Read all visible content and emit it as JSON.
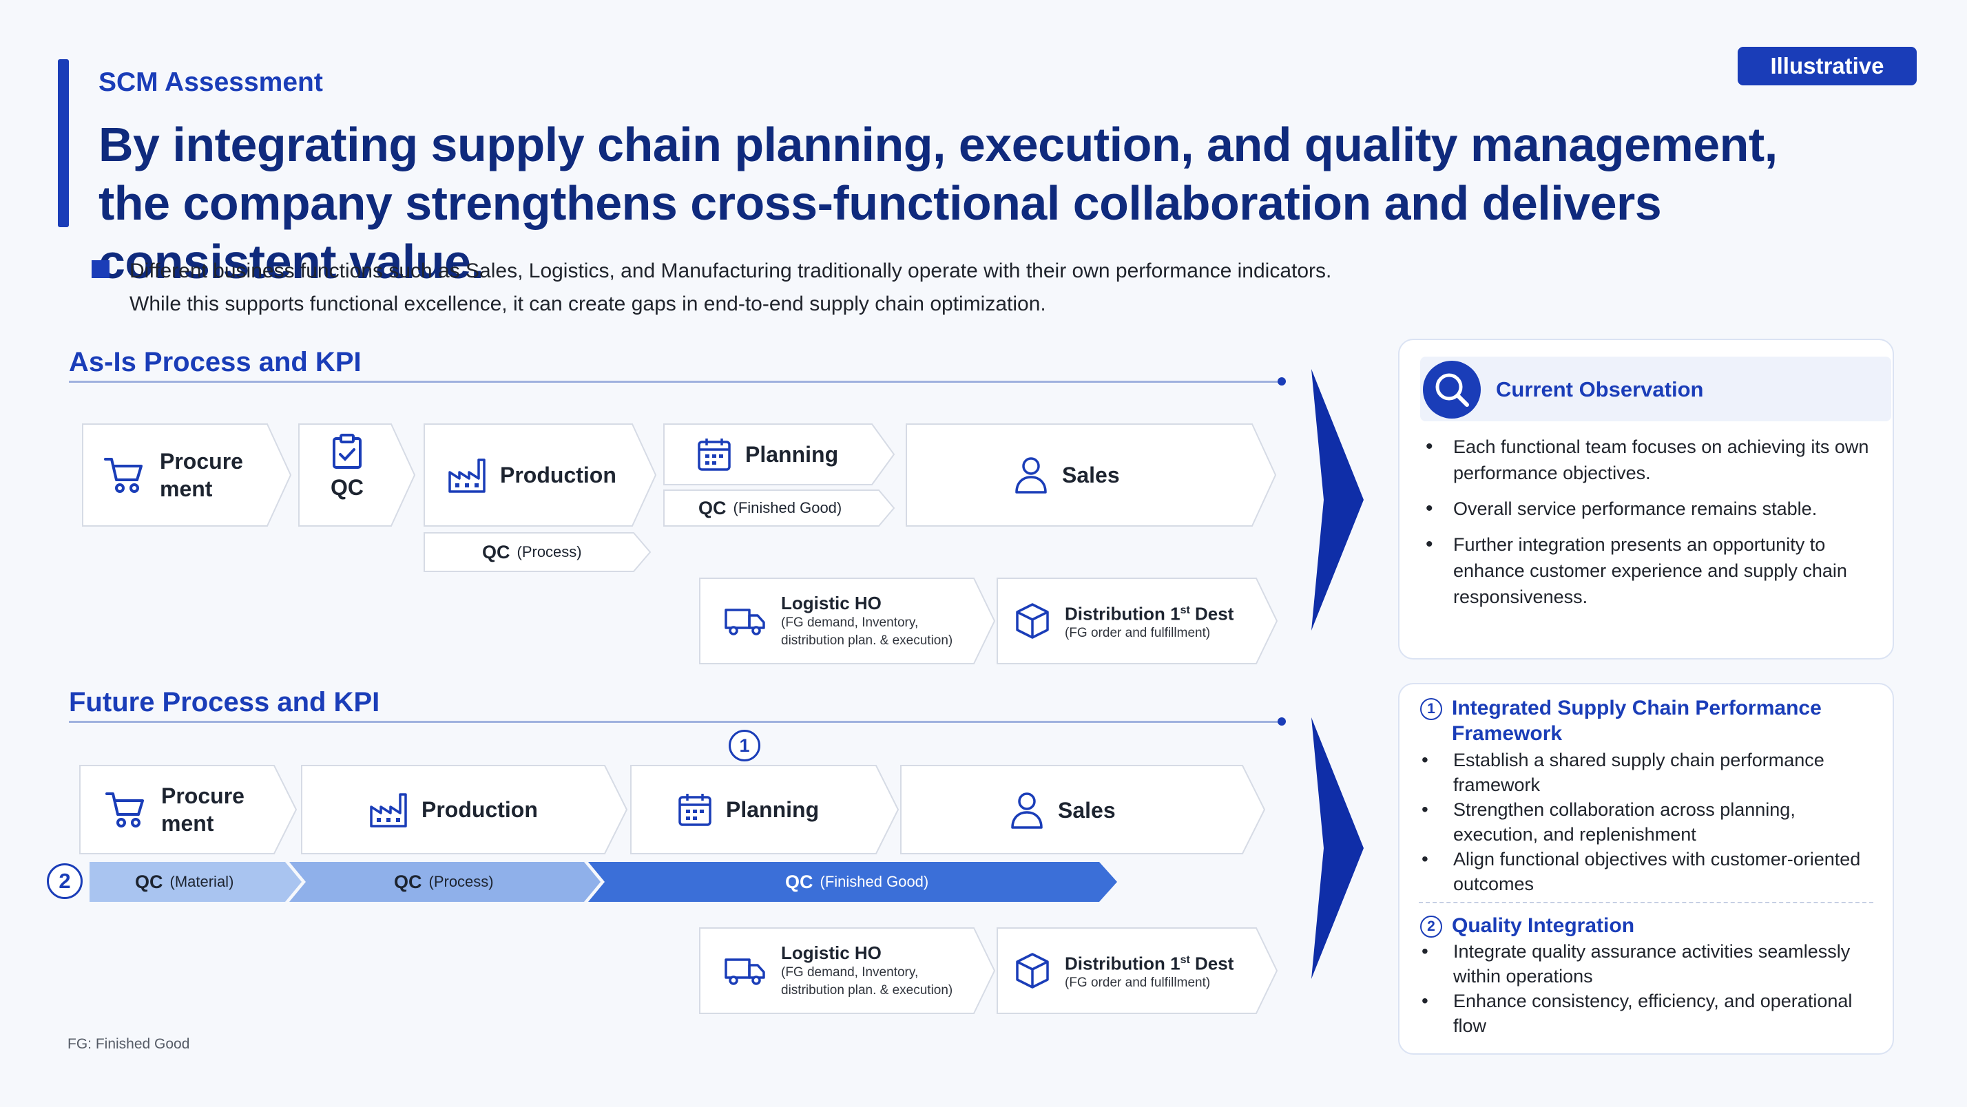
{
  "header": {
    "section_label": "SCM Assessment",
    "headline": "By integrating supply chain planning, execution, and quality management, the company strengthens cross-functional collaboration and delivers consistent value.",
    "badge": "Illustrative",
    "intro_line1": "Different business functions such as Sales, Logistics, and Manufacturing traditionally operate with their own performance indicators.",
    "intro_line2": "While this supports functional excellence, it can create gaps in end-to-end supply chain optimization."
  },
  "asis": {
    "title": "As-Is Process and KPI",
    "procurement_l1": "Procure",
    "procurement_l2": "ment",
    "qc": "QC",
    "production": "Production",
    "planning": "Planning",
    "sales": "Sales",
    "qc_fg": "QC",
    "qc_fg_note": "(Finished Good)",
    "qc_process": "QC",
    "qc_process_note": "(Process)",
    "logistic_title": "Logistic HO",
    "logistic_sub1": "(FG demand, Inventory,",
    "logistic_sub2": "distribution plan. & execution)",
    "dist_title_a": "Distribution 1",
    "dist_title_sup": "st",
    "dist_title_b": " Dest",
    "dist_sub": "(FG order and fulfillment)"
  },
  "future": {
    "title": "Future Process and KPI",
    "marker_1": "1",
    "marker_2": "2",
    "procurement_l1": "Procure",
    "procurement_l2": "ment",
    "production": "Production",
    "planning": "Planning",
    "sales": "Sales",
    "qc_material": "QC",
    "qc_material_note": "(Material)",
    "qc_process": "QC",
    "qc_process_note": "(Process)",
    "qc_fg": "QC",
    "qc_fg_note": "(Finished Good)",
    "logistic_title": "Logistic HO",
    "logistic_sub1": "(FG demand, Inventory,",
    "logistic_sub2": "distribution plan. & execution)",
    "dist_title_a": "Distribution 1",
    "dist_title_sup": "st",
    "dist_title_b": " Dest",
    "dist_sub": "(FG order and fulfillment)"
  },
  "observation": {
    "title": "Current Observation",
    "items": [
      "Each functional team focuses on achieving its own performance objectives.",
      "Overall service performance remains stable.",
      "Further integration presents an opportunity to enhance customer experience and supply chain responsiveness."
    ]
  },
  "framework": {
    "num1": "1",
    "title1": "Integrated Supply Chain Performance Framework",
    "items1": [
      "Establish a shared supply chain performance framework",
      "Strengthen collaboration across planning, execution, and replenishment",
      "Align functional objectives with customer-oriented outcomes"
    ],
    "num2": "2",
    "title2": "Quality Integration",
    "items2": [
      "Integrate quality assurance activities seamlessly within operations",
      "Enhance consistency, efficiency, and operational flow"
    ]
  },
  "footnote": "FG: Finished Good",
  "colors": {
    "accent": "#1a3db8",
    "navy": "#0f2a7d",
    "qc_light": "#a9c4f0",
    "qc_mid": "#8fb0ea",
    "qc_dark": "#3b6fd8"
  }
}
